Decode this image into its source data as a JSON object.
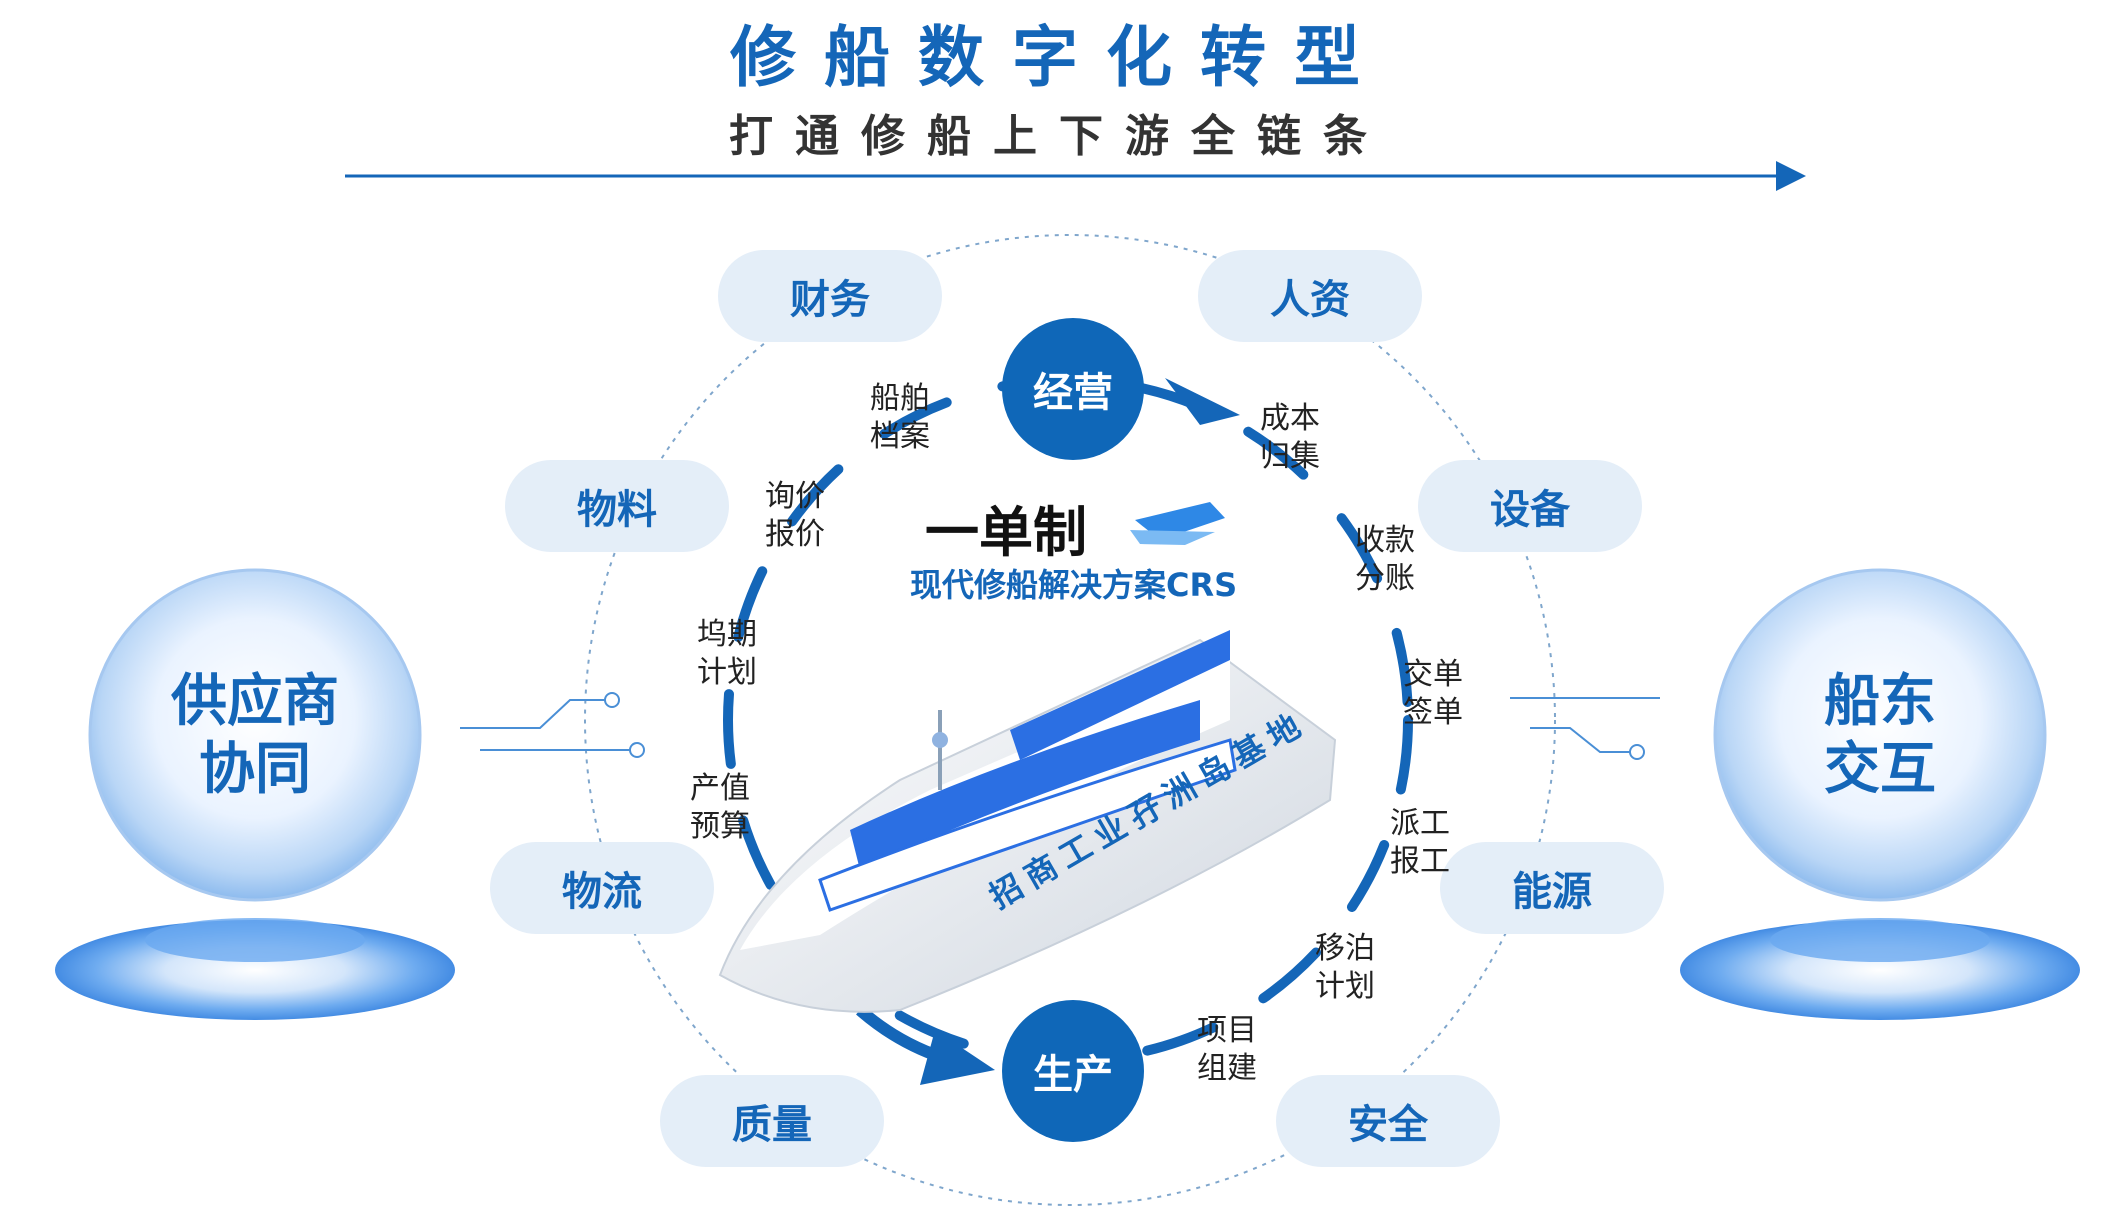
{
  "header": {
    "title": "修船数字化转型",
    "subtitle": "打通修船上下游全链条"
  },
  "center": {
    "title": "一单制",
    "subtitle": "现代修船解决方案CRS",
    "ship_text": "招商工业孖洲岛基地"
  },
  "hubs": {
    "top": "经营",
    "bottom": "生产"
  },
  "pills": {
    "finance": "财务",
    "hr": "人资",
    "materials": "物料",
    "equipment": "设备",
    "logistics": "物流",
    "energy": "能源",
    "quality": "质量",
    "safety": "安全"
  },
  "steps": {
    "ship_archive": "船舶\n档案",
    "inquiry_quote": "询价\n报价",
    "dock_plan": "坞期\n计划",
    "output_budget": "产值\n预算",
    "cost_collect": "成本\n归集",
    "payment_split": "收款\n分账",
    "handover_sign": "交单\n签单",
    "dispatch_report": "派工\n报工",
    "berth_plan": "移泊\n计划",
    "project_setup": "项目\n组建"
  },
  "spheres": {
    "left": "供应商\n协同",
    "right": "船东\n交互"
  },
  "colors": {
    "primary": "#1466b8",
    "pill_bg": "#e4eef8",
    "hub": "#0f67b8",
    "text": "#222222"
  }
}
